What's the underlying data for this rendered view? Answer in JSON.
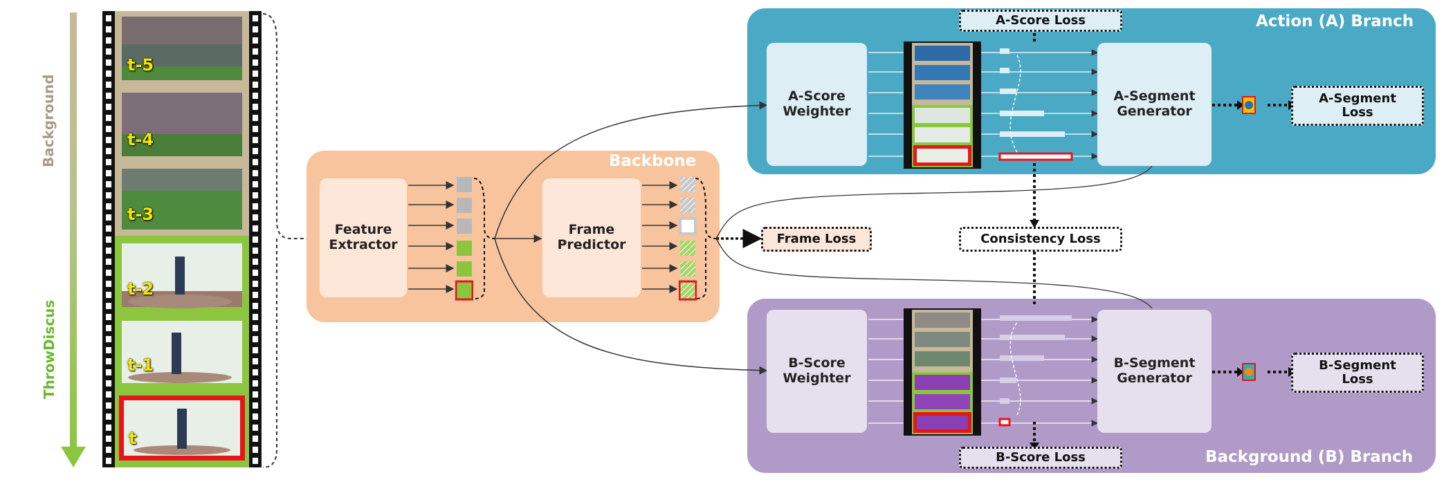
{
  "timeline": {
    "background_label": "Background",
    "action_label": "ThrowDiscus",
    "frames": [
      "t-5",
      "t-4",
      "t-3",
      "t-2",
      "t-1",
      "t"
    ]
  },
  "backbone": {
    "title": "Backbone",
    "feature_extractor": [
      "Feature",
      "Extractor"
    ],
    "frame_predictor": [
      "Frame",
      "Predictor"
    ],
    "frame_loss": "Frame Loss"
  },
  "action_branch": {
    "title": "Action (A) Branch",
    "score_weighter": [
      "A-Score",
      "Weighter"
    ],
    "segment_generator": [
      "A-Segment",
      "Generator"
    ],
    "score_loss": "A-Score Loss",
    "segment_loss": [
      "A-Segment",
      "Loss"
    ]
  },
  "background_branch": {
    "title": "Background (B) Branch",
    "score_weighter": [
      "B-Score",
      "Weighter"
    ],
    "segment_generator": [
      "B-Segment",
      "Generator"
    ],
    "score_loss": "B-Score Loss",
    "segment_loss": [
      "B-Segment",
      "Loss"
    ]
  },
  "consistency_loss": "Consistency  Loss",
  "colors": {
    "backbone_panel": "#f7c49e",
    "action_panel": "#4aa9c5",
    "background_panel": "#b09ac8",
    "action_green": "#8cc63f",
    "background_tan": "#c8b89a",
    "highlight_red": "#e8141c"
  }
}
